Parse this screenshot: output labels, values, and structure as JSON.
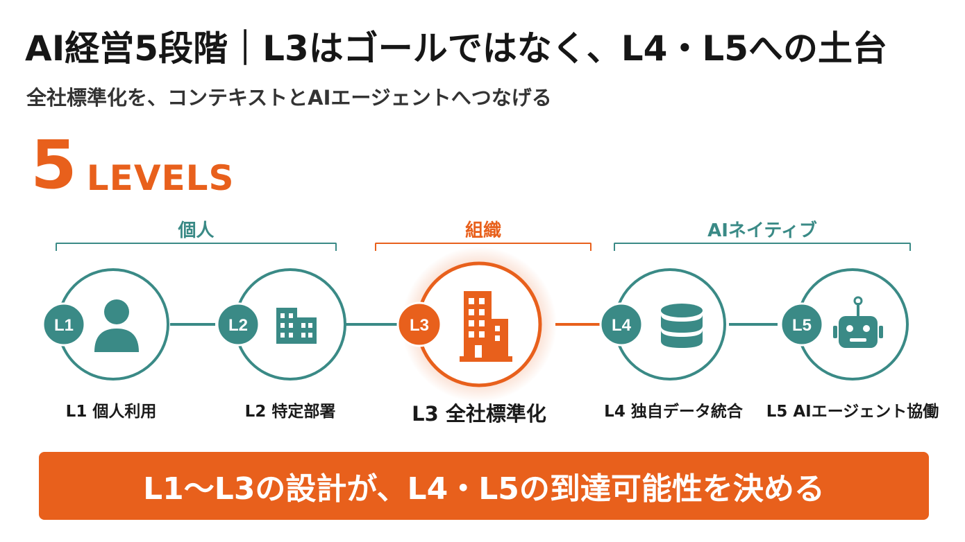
{
  "header": {
    "title": "AI経営5段階｜L3はゴールではなく、L4・L5への土台",
    "subtitle": "全社標準化を、コンテキストとAIエージェントへつなげる"
  },
  "levels_heading": {
    "number": "5",
    "word": "LEVELS"
  },
  "groups": [
    {
      "label": "個人",
      "color": "#3a8a86"
    },
    {
      "label": "組織",
      "color": "#e8601c"
    },
    {
      "label": "AIネイティブ",
      "color": "#3a8a86"
    }
  ],
  "levels": [
    {
      "badge": "L1",
      "label": "L1 個人利用",
      "icon": "person-icon",
      "color": "#3a8a86"
    },
    {
      "badge": "L2",
      "label": "L2 特定部署",
      "icon": "office-building-icon",
      "color": "#3a8a86"
    },
    {
      "badge": "L3",
      "label": "L3 全社標準化",
      "icon": "tall-building-icon",
      "color": "#e8601c",
      "highlight": true
    },
    {
      "badge": "L4",
      "label": "L4 独自データ統合",
      "icon": "database-icon",
      "color": "#3a8a86"
    },
    {
      "badge": "L5",
      "label": "L5 AIエージェント協働",
      "icon": "robot-icon",
      "color": "#3a8a86"
    }
  ],
  "banner": {
    "text": "L1〜L3の設計が、L4・L5の到達可能性を決める"
  },
  "colors": {
    "accent": "#e8601c",
    "teal": "#3a8a86"
  }
}
